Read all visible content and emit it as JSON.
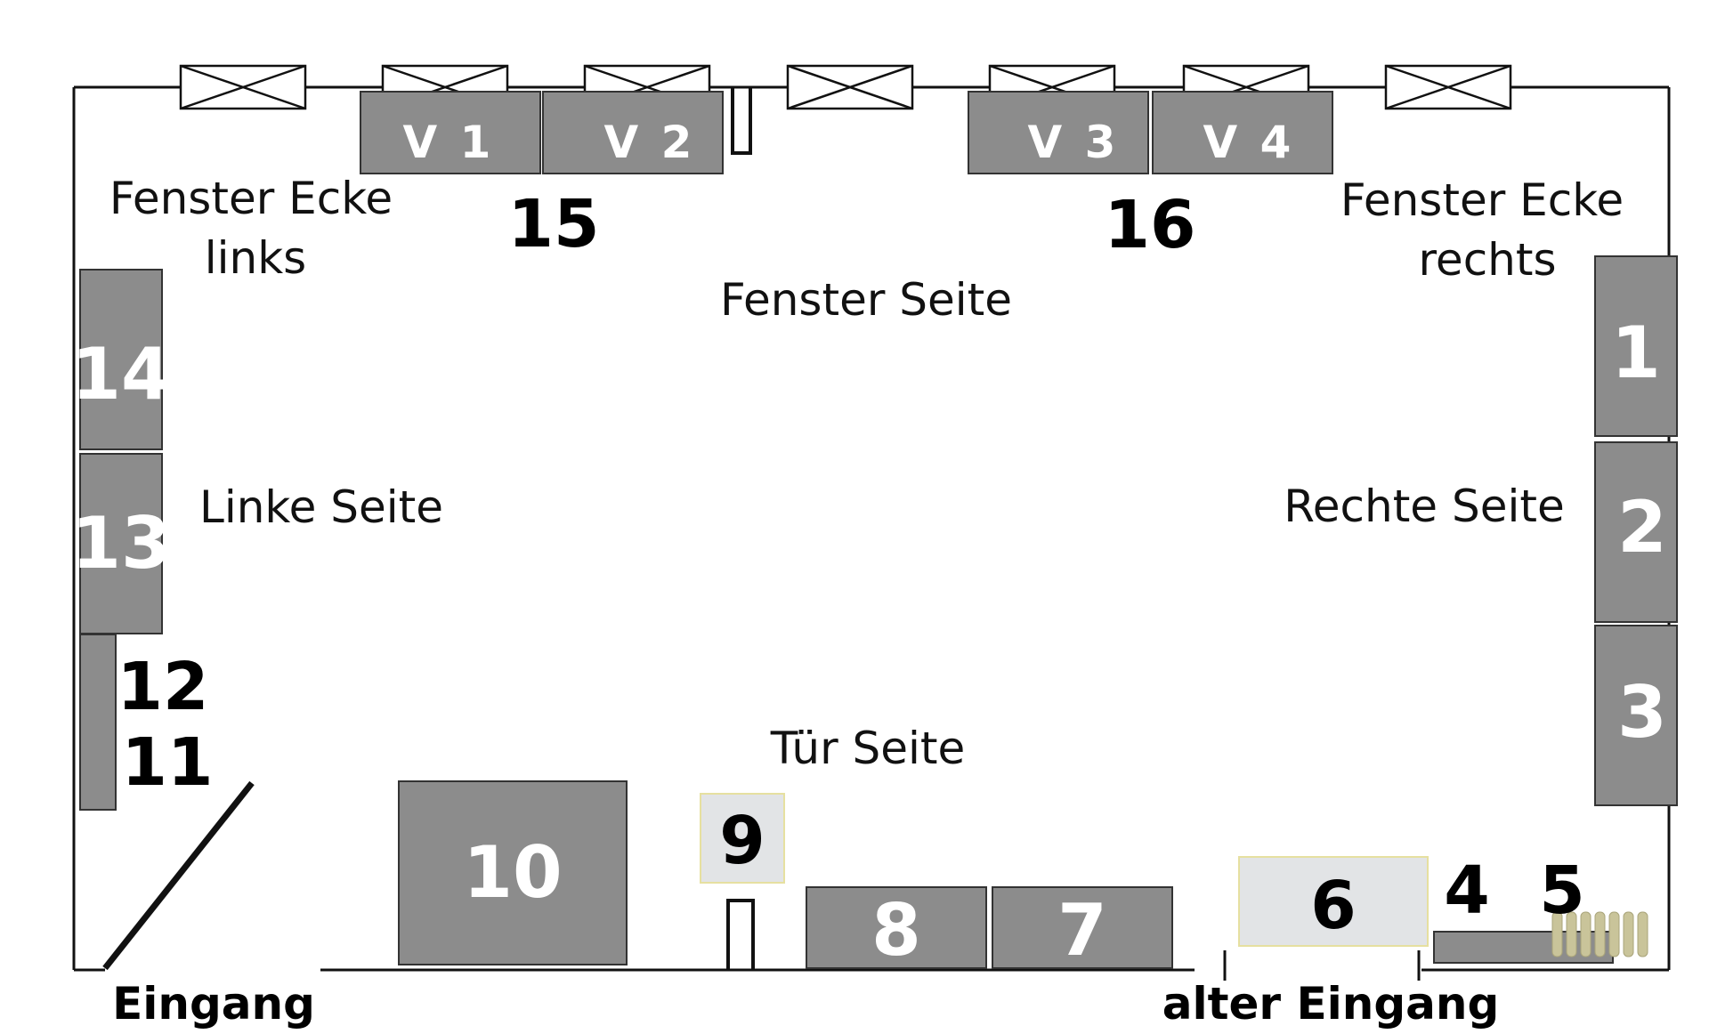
{
  "labels": {
    "corner_left_line1": "Fenster Ecke",
    "corner_left_line2": "links",
    "corner_right_line1": "Fenster Ecke",
    "corner_right_line2": "rechts",
    "window_side": "Fenster Seite",
    "left_side": "Linke Seite",
    "right_side": "Rechte Seite",
    "door_side": "Tür Seite",
    "entrance": "Eingang",
    "old_entrance": "alter Eingang"
  },
  "stations": {
    "s1": "1",
    "s2": "2",
    "s3": "3",
    "s4": "4",
    "s5": "5",
    "s6": "6",
    "s7": "7",
    "s8": "8",
    "s9": "9",
    "s10": "10",
    "s11": "11",
    "s12": "12",
    "s13": "13",
    "s14": "14",
    "s15": "15",
    "s16": "16",
    "v1": "V 1",
    "v2": "V 2",
    "v3": "V 3",
    "v4": "V 4"
  },
  "colors": {
    "wall": "#111111",
    "furniture_dark": "#8c8c8c",
    "furniture_light": "#e2e4e6",
    "table_nine_border": "#e6e0a0",
    "radiator": "#c9c49a"
  }
}
